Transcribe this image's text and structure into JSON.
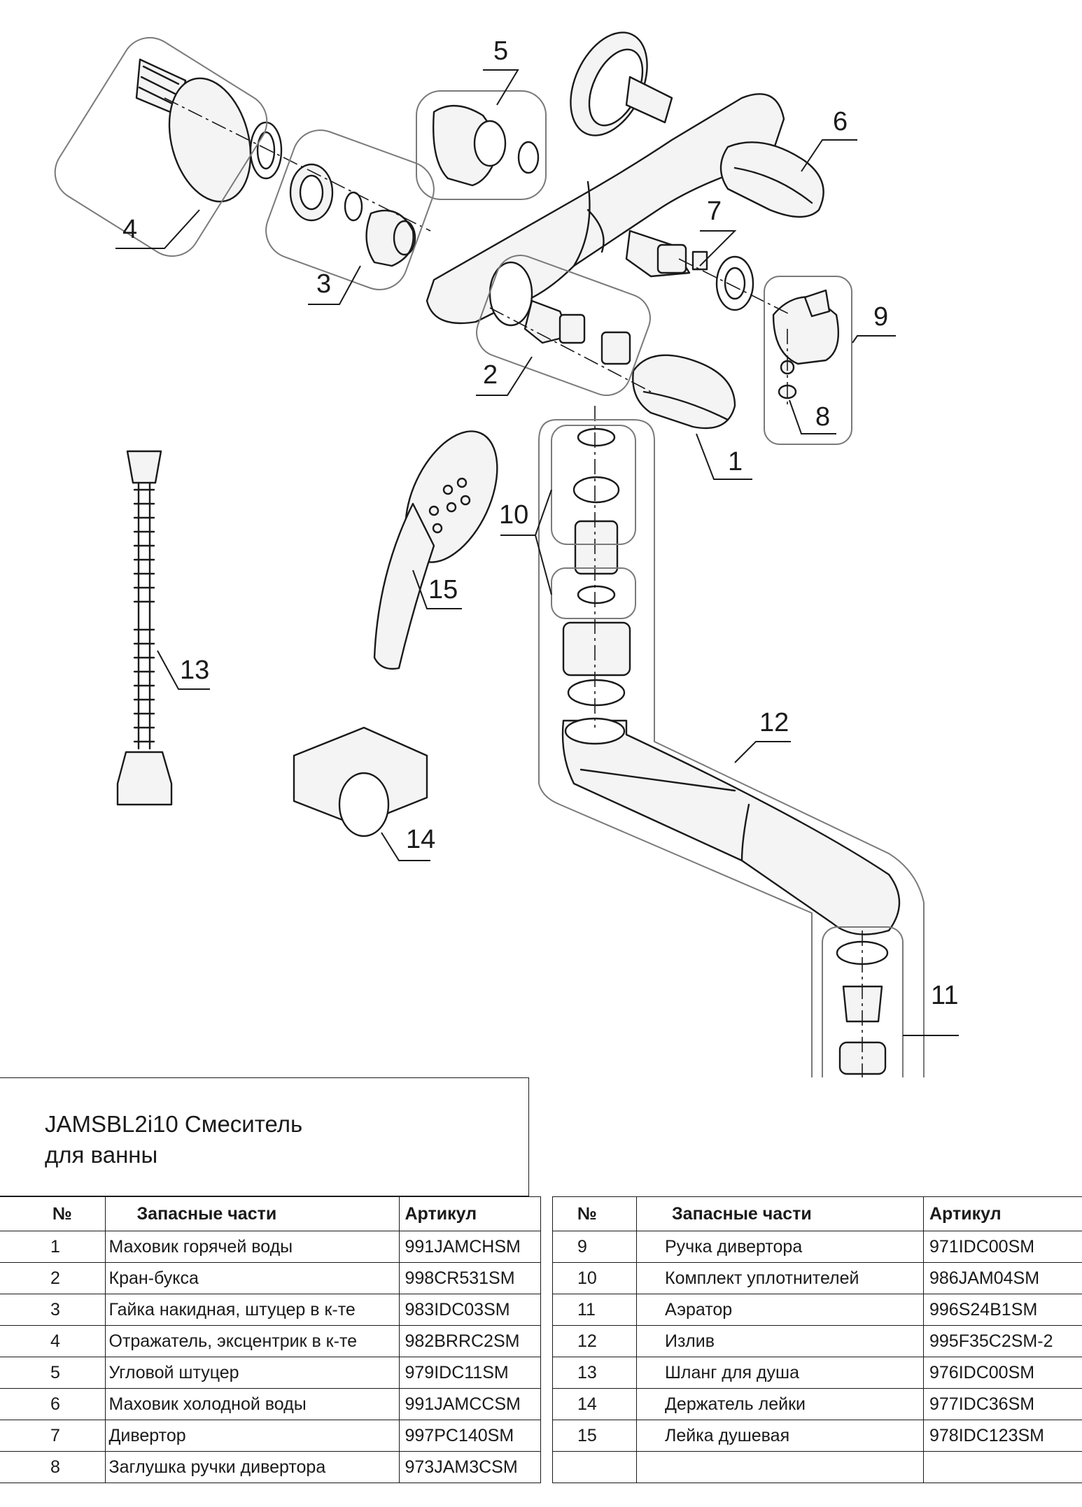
{
  "document": {
    "title_line1": "JAMSBL2i10 Смеситель",
    "title_line2": "для ванны"
  },
  "diagram": {
    "callouts": [
      "1",
      "2",
      "3",
      "4",
      "5",
      "6",
      "7",
      "8",
      "9",
      "10",
      "11",
      "12",
      "13",
      "14",
      "15"
    ]
  },
  "table": {
    "headers": {
      "num": "№",
      "name": "Запасные части",
      "code": "Артикул"
    },
    "left_rows": [
      {
        "num": "1",
        "name": "Маховик горячей воды",
        "code": "991JAMCHSM"
      },
      {
        "num": "2",
        "name": "Кран-букса",
        "code": "998CR531SM"
      },
      {
        "num": "3",
        "name": "Гайка накидная, штуцер в к-те",
        "code": "983IDC03SM"
      },
      {
        "num": "4",
        "name": "Отражатель, эксцентрик в к-те",
        "code": "982BRRC2SM"
      },
      {
        "num": "5",
        "name": "Угловой штуцер",
        "code": "979IDC11SM"
      },
      {
        "num": "6",
        "name": "Маховик холодной воды",
        "code": "991JAMCCSM"
      },
      {
        "num": "7",
        "name": "Дивертор",
        "code": "997PC140SM"
      },
      {
        "num": "8",
        "name": "Заглушка ручки дивертора",
        "code": "973JAM3CSM"
      }
    ],
    "right_rows": [
      {
        "num": "9",
        "name": "Ручка дивертора",
        "code": "971IDC00SM"
      },
      {
        "num": "10",
        "name": "Комплект уплотнителей",
        "code": "986JAM04SM"
      },
      {
        "num": "11",
        "name": "Аэратор",
        "code": "996S24B1SM"
      },
      {
        "num": "12",
        "name": "Излив",
        "code": "995F35C2SM-2"
      },
      {
        "num": "13",
        "name": "Шланг для душа",
        "code": "976IDC00SM"
      },
      {
        "num": "14",
        "name": "Держатель лейки",
        "code": "977IDC36SM"
      },
      {
        "num": "15",
        "name": "Лейка душевая",
        "code": "978IDC123SM"
      },
      {
        "num": "",
        "name": "",
        "code": ""
      }
    ]
  }
}
